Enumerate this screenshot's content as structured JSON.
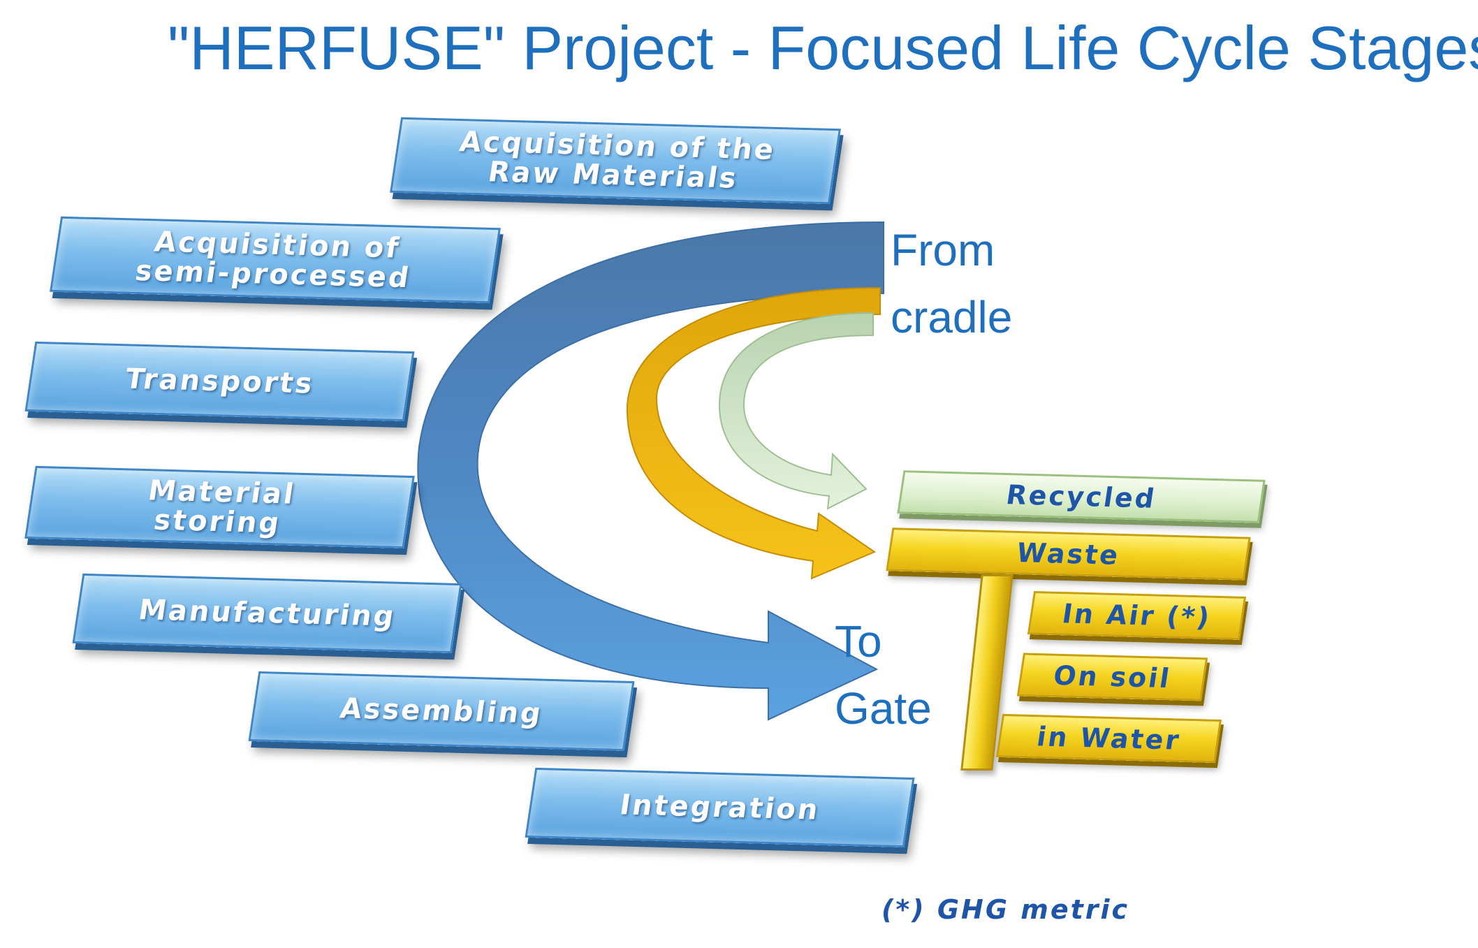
{
  "title": "\"HERFUSE\" Project - Focused Life Cycle Stages",
  "stages": [
    "Acquisition of the\nRaw Materials",
    "Acquisition of\nsemi-processed",
    "Transports",
    "Material\nstoring",
    "Manufacturing",
    "Assembling",
    "Integration"
  ],
  "flow": {
    "from_label": "From\ncradle",
    "to_label": "To\nGate"
  },
  "outputs": {
    "recycled": "Recycled",
    "waste": "Waste",
    "waste_items": [
      "In Air (*)",
      "On soil",
      "in Water"
    ]
  },
  "footnote": "(*) GHG metric",
  "colors": {
    "title": "#1f6fbf",
    "stage_box": "#7fbdec",
    "main_arrow": "#4e88c7",
    "waste_arrow": "#f5bd0f",
    "recycled_arrow": "#c9e3bc",
    "waste_bar": "#f5d521"
  }
}
